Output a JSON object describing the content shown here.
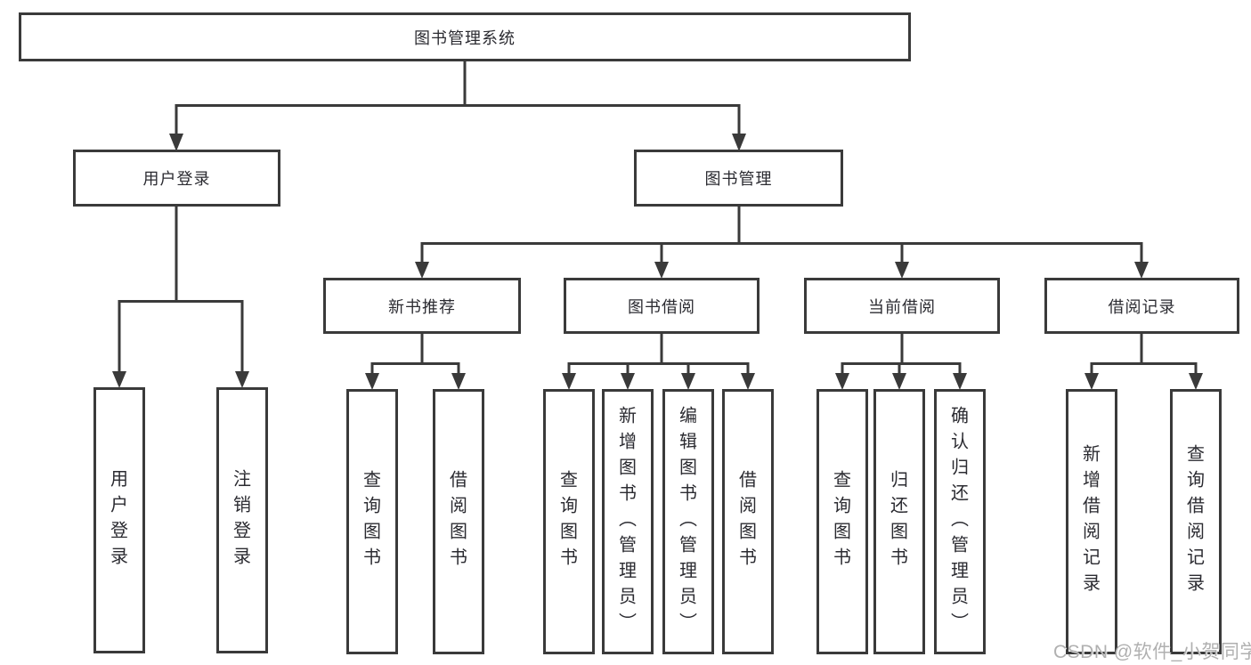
{
  "diagram": {
    "root_label": "图书管理系统",
    "branches": [
      {
        "label": "用户登录",
        "children": [
          {
            "label": "用户登录"
          },
          {
            "label": "注销登录"
          }
        ]
      },
      {
        "label": "图书管理",
        "children": [
          {
            "label": "新书推荐",
            "children": [
              {
                "label": "查询图书"
              },
              {
                "label": "借阅图书"
              }
            ]
          },
          {
            "label": "图书借阅",
            "children": [
              {
                "label": "查询图书"
              },
              {
                "label": "新增图书（管理员）"
              },
              {
                "label": "编辑图书（管理员）"
              },
              {
                "label": "借阅图书"
              }
            ]
          },
          {
            "label": "当前借阅",
            "children": [
              {
                "label": "查询图书"
              },
              {
                "label": "归还图书"
              },
              {
                "label": "确认归还（管理员）"
              }
            ]
          },
          {
            "label": "借阅记录",
            "children": [
              {
                "label": "新增借阅记录"
              },
              {
                "label": "查询借阅记录"
              }
            ]
          }
        ]
      }
    ]
  },
  "colors": {
    "line": "#3a3a3a",
    "text": "#2b2b31",
    "watermark": "#b0b0b0"
  },
  "watermark": {
    "text": "CSDN @软件_小贺同学"
  }
}
